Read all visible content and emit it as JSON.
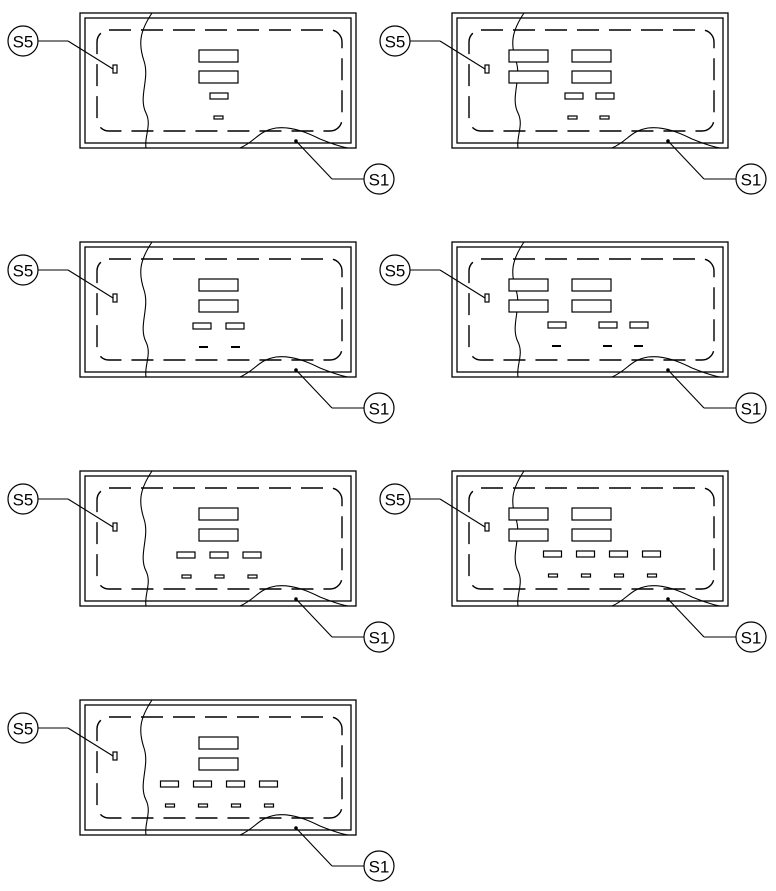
{
  "callouts": {
    "left": "S5",
    "right": "S1"
  },
  "panels": [
    {
      "id": "panel-1",
      "big_rows": 2,
      "big_cols": 1,
      "mid_count": 1,
      "small_count": 1,
      "small_style": "outline"
    },
    {
      "id": "panel-2",
      "big_rows": 2,
      "big_cols": 2,
      "mid_count": 2,
      "small_count": 2,
      "small_style": "outline"
    },
    {
      "id": "panel-3",
      "big_rows": 2,
      "big_cols": 1,
      "mid_count": 2,
      "small_count": 2,
      "small_style": "solid"
    },
    {
      "id": "panel-4",
      "big_rows": 2,
      "big_cols": 2,
      "mid_count": 3,
      "small_count": 3,
      "small_style": "solid"
    },
    {
      "id": "panel-5",
      "big_rows": 2,
      "big_cols": 1,
      "mid_count": 3,
      "small_count": 3,
      "small_style": "outline"
    },
    {
      "id": "panel-6",
      "big_rows": 2,
      "big_cols": 2,
      "mid_count": 4,
      "small_count": 4,
      "small_style": "outline"
    },
    {
      "id": "panel-7",
      "big_rows": 2,
      "big_cols": 1,
      "mid_count": 4,
      "small_count": 4,
      "small_style": "outline"
    }
  ]
}
